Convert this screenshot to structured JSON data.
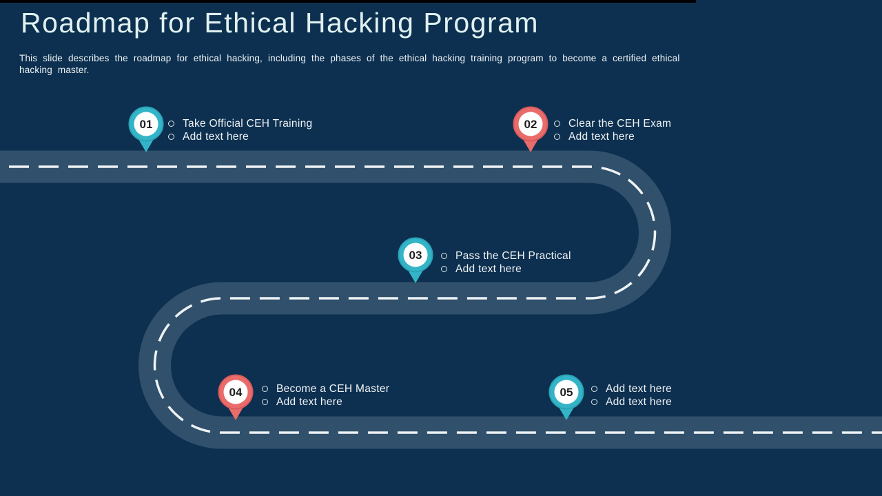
{
  "slide": {
    "title": "Roadmap for Ethical Hacking Program",
    "subtitle": "This slide describes the roadmap for ethical hacking, including the phases of the ethical hacking training program to become a certified ethical hacking master."
  },
  "colors": {
    "background": "#0d3050",
    "road": "#30506b",
    "road_dash": "#edf2f4",
    "teal_pin": "#33b5c7",
    "teal_pin_rim": "#2aa3b8",
    "red_pin": "#e96c6b",
    "red_pin_rim": "#d95a5c",
    "pin_inner": "#ffffff",
    "title_text": "#e1f1f1",
    "body_text": "#f1f4f6"
  },
  "milestones": [
    {
      "number": "01",
      "pin_color": "#33b5c7",
      "pin_rim": "#2aa3b8",
      "items": [
        "Take Official CEH Training",
        "Add text here"
      ]
    },
    {
      "number": "02",
      "pin_color": "#e96c6b",
      "pin_rim": "#d95a5c",
      "items": [
        "Clear the CEH Exam",
        "Add text here"
      ]
    },
    {
      "number": "03",
      "pin_color": "#33b5c7",
      "pin_rim": "#2aa3b8",
      "items": [
        "Pass the CEH Practical",
        "Add text here"
      ]
    },
    {
      "number": "04",
      "pin_color": "#e96c6b",
      "pin_rim": "#d95a5c",
      "items": [
        "Become a CEH Master",
        "Add text here"
      ]
    },
    {
      "number": "05",
      "pin_color": "#33b5c7",
      "pin_rim": "#2aa3b8",
      "items": [
        "Add text here",
        "Add text here"
      ]
    }
  ]
}
